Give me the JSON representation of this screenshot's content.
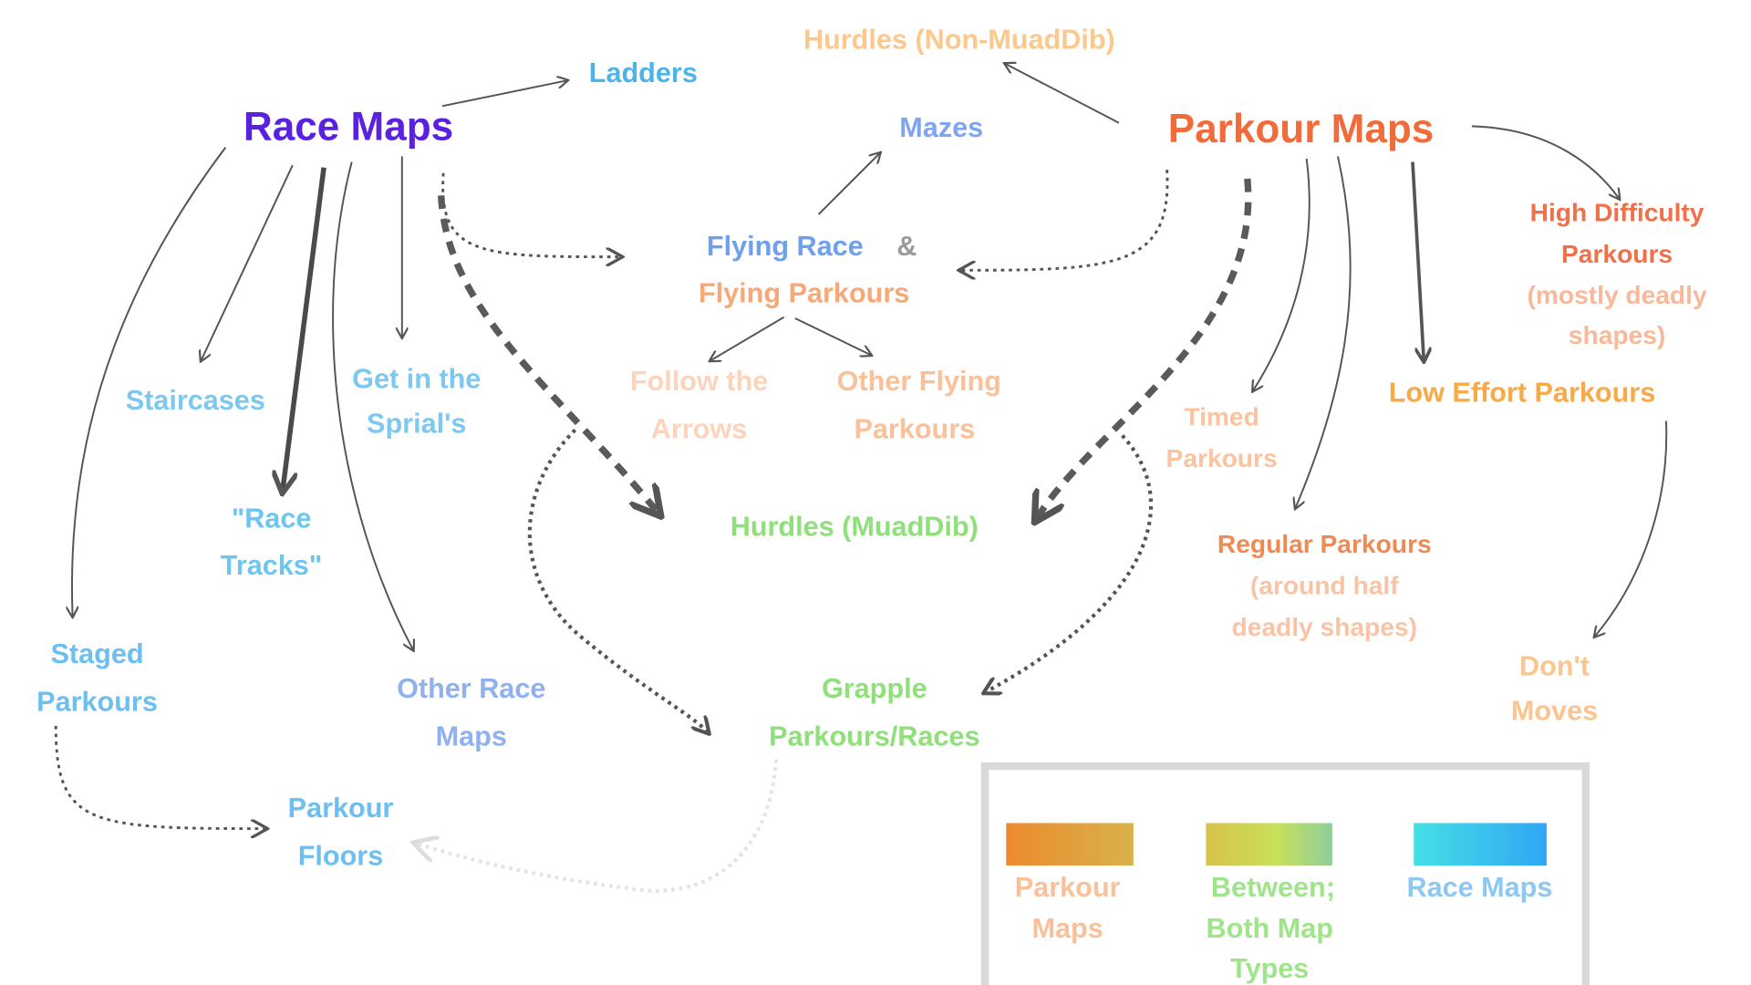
{
  "nodes": {
    "hurdles_non_muaddib": "Hurdles (Non-MuadDib)",
    "ladders": "Ladders",
    "race_maps": "Race Maps",
    "mazes": "Mazes",
    "parkour_maps": "Parkour Maps",
    "high_difficulty": [
      "High Difficulty",
      "Parkours",
      "(mostly deadly",
      "shapes)"
    ],
    "flying_race": "Flying Race",
    "flying_amp": "&",
    "flying_parkours": "Flying Parkours",
    "follow_arrows": [
      "Follow the",
      "Arrows"
    ],
    "other_flying": [
      "Other Flying",
      "Parkours"
    ],
    "staircases": "Staircases",
    "get_in_spirals": [
      "Get in the",
      "Sprial's"
    ],
    "low_effort": "Low Effort Parkours",
    "timed": [
      "Timed",
      "Parkours"
    ],
    "race_tracks": [
      "\"Race",
      "Tracks\""
    ],
    "hurdles_muaddib": "Hurdles (MuadDib)",
    "regular": [
      "Regular Parkours",
      "(around half",
      "deadly shapes)"
    ],
    "staged": [
      "Staged",
      "Parkours"
    ],
    "other_race": [
      "Other Race",
      "Maps"
    ],
    "grapple": [
      "Grapple",
      "Parkours/Races"
    ],
    "dont_moves": [
      "Don't",
      "Moves"
    ],
    "parkour_floors": [
      "Parkour",
      "Floors"
    ]
  },
  "legend": {
    "items": [
      {
        "label": [
          "Parkour",
          "Maps"
        ],
        "colors": [
          "#ec8a2e",
          "#d9b24a"
        ]
      },
      {
        "label": [
          "Between;",
          "Both Map",
          "Types"
        ],
        "colors": [
          "#d6c24a",
          "#c9e05a",
          "#8fcf9a"
        ]
      },
      {
        "label": [
          "Race Maps"
        ],
        "colors": [
          "#45e0e6",
          "#2fa6f5"
        ]
      }
    ]
  },
  "colors": {
    "race": "#5b21e0",
    "parkour": "#f26b3a",
    "between": "#8fe07a",
    "blue": "#6cbff0"
  }
}
